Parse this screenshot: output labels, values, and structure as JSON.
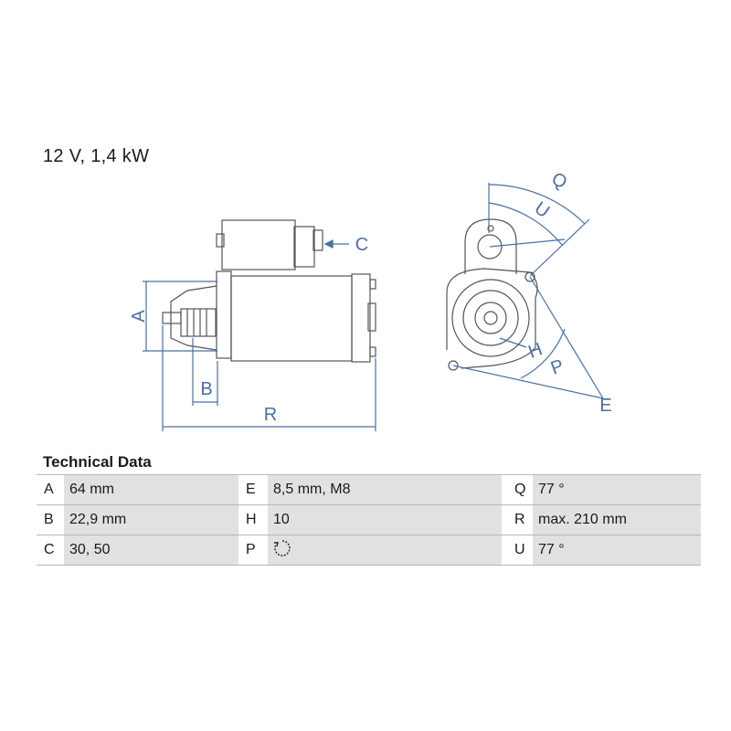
{
  "header": {
    "title": "12 V, 1,4 kW"
  },
  "diagram": {
    "labels": {
      "A": "A",
      "B": "B",
      "C": "C",
      "R": "R",
      "Q": "Q",
      "U": "U",
      "H": "H",
      "P": "P",
      "E": "E"
    },
    "line_color": "#4a6fa5",
    "outline_color": "#555555"
  },
  "technical_data": {
    "heading": "Technical Data",
    "rows": [
      [
        {
          "key": "A",
          "value": "64 mm"
        },
        {
          "key": "E",
          "value": "8,5 mm, M8"
        },
        {
          "key": "Q",
          "value": "77 °"
        }
      ],
      [
        {
          "key": "B",
          "value": "22,9 mm"
        },
        {
          "key": "H",
          "value": "10"
        },
        {
          "key": "R",
          "value": "max. 210 mm"
        }
      ],
      [
        {
          "key": "C",
          "value": "30, 50"
        },
        {
          "key": "P",
          "value": "",
          "icon": "clockwise-rotation-icon"
        },
        {
          "key": "U",
          "value": "77 °"
        }
      ]
    ]
  }
}
